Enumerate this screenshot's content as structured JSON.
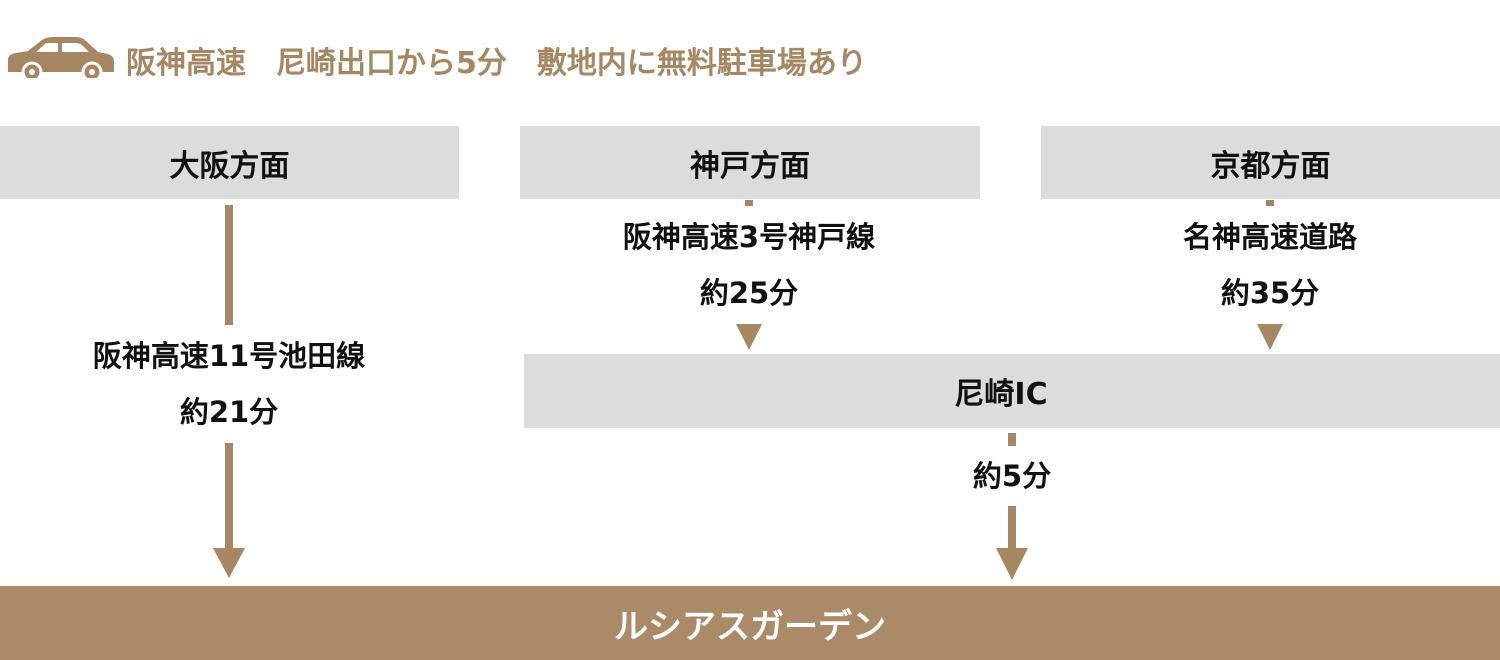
{
  "header": {
    "car_icon": "car-icon",
    "text": "阪神高速　尼崎出口から5分　敷地内に無料駐車場あり"
  },
  "directions": {
    "osaka": {
      "title": "大阪方面",
      "route": "阪神高速11号池田線",
      "time": "約21分"
    },
    "kobe": {
      "title": "神戸方面",
      "route": "阪神高速3号神戸線",
      "time": "約25分"
    },
    "kyoto": {
      "title": "京都方面",
      "route": "名神高速道路",
      "time": "約35分"
    }
  },
  "interchange": {
    "name": "尼崎IC",
    "time": "約5分"
  },
  "destination": "ルシアスガーデン",
  "colors": {
    "accent": "#a68762",
    "box_bg": "#dcdcdc",
    "footer_bg": "#ab8b67"
  }
}
